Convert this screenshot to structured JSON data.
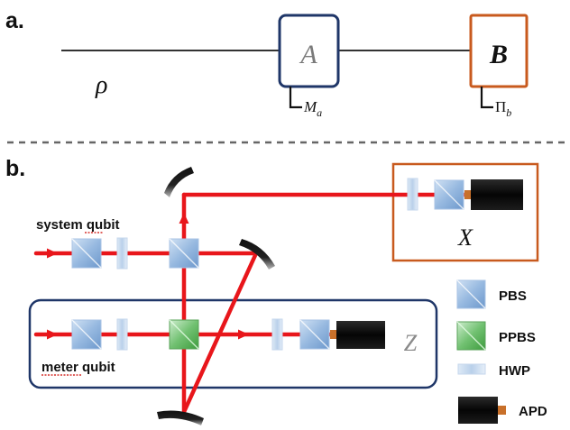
{
  "panel_a": {
    "label": "a.",
    "state_symbol": "ρ",
    "box_a": "A",
    "box_b": "B",
    "meas_a_main": "M",
    "meas_a_sub": "a",
    "meas_b_main": "Π",
    "meas_b_sub": "b"
  },
  "panel_b": {
    "label": "b.",
    "system_qubit_label": "system qubit",
    "meter_qubit_label": "meter qubit",
    "x_box_label": "X",
    "z_box_label": "Z"
  },
  "legend": [
    {
      "label": "PBS"
    },
    {
      "label": "PPBS"
    },
    {
      "label": "HWP"
    },
    {
      "label": "APD"
    }
  ],
  "colors": {
    "beam": "#e8161b",
    "box_a_border": "#1f3668",
    "box_b_border": "#c85a1e",
    "z_box_border": "#1f3668",
    "x_box_border": "#c85a1e",
    "divider": "#666666"
  }
}
